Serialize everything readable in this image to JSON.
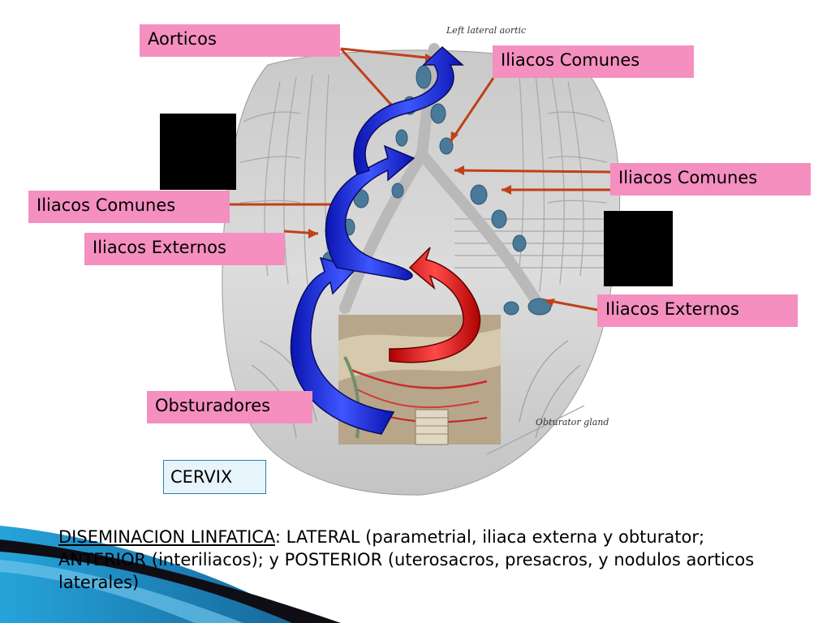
{
  "labels": {
    "aorticos": "Aorticos",
    "iliacos_comunes_top": "Iliacos Comunes",
    "iliacos_comunes_right": "Iliacos Comunes",
    "iliacos_comunes_left": "Iliacos Comunes",
    "iliacos_externos_left": "Iliacos Externos",
    "iliacos_externos_right": "Iliacos Externos",
    "obsturadores": "Obsturadores",
    "cervix": "CERVIX"
  },
  "illustration_text": {
    "left_lateral_aortic": "Left lateral aortic",
    "obturator_gland": "Obturator gland"
  },
  "caption": {
    "heading": "DISEMINACION LINFATICA",
    "text": ": LATERAL (parametrial, iliaca externa y obturator; ANTERIOR (interiliacos); y POSTERIOR (uterosacros, presacros, y nodulos aorticos laterales)"
  },
  "colors": {
    "label_bg": "#f48fc0",
    "arrow_blue": "#1e2cd6",
    "arrow_red": "#e02020",
    "pointer_line": "#c0401a",
    "cervix_bg": "#e8f4fb",
    "cervix_border": "#2a7fb6"
  }
}
